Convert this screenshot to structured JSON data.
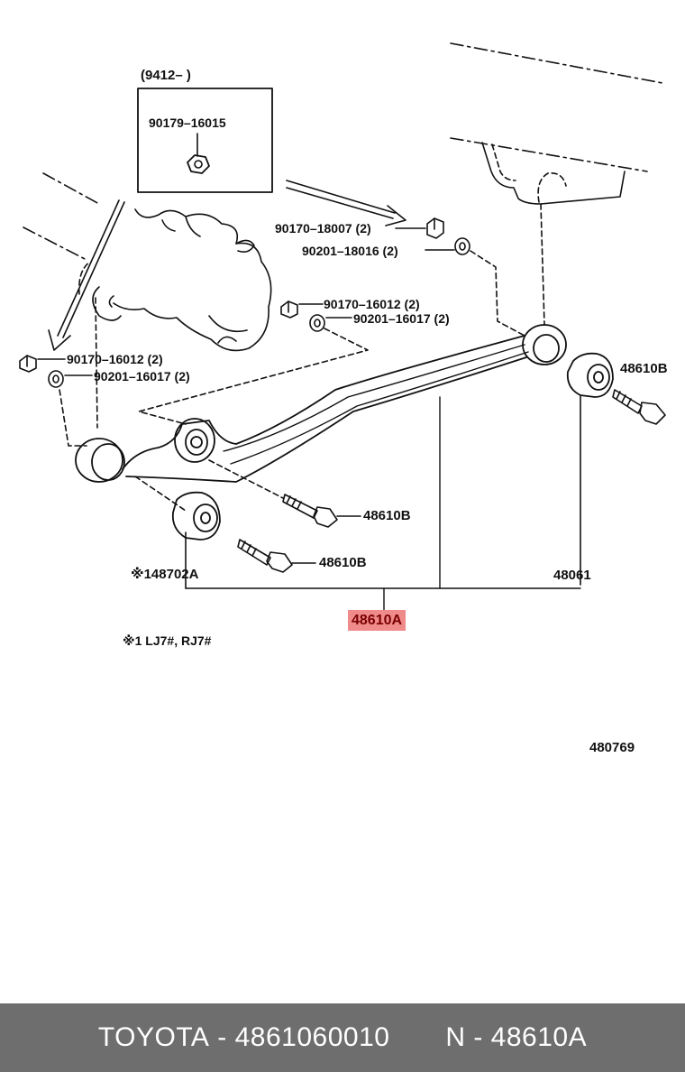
{
  "inset": {
    "date_range": "(9412–      )",
    "part": "90179–16015"
  },
  "parts": {
    "bolt_18007": "90170–18007 (2)",
    "washer_18016": "90201–18016 (2)",
    "bolt_16012_mid": "90170–16012 (2)",
    "washer_16017_mid": "90201–16017 (2)",
    "bolt_16012_left": "90170–16012 (2)",
    "washer_16017_left": "90201–16017 (2)",
    "bolt_48610B_right": "48610B",
    "bolt_48610B_mid": "48610B",
    "bolt_48610B_low": "48610B",
    "bushing_148702A": "※148702A",
    "bushing_48061": "48061",
    "arm_48610A": "48610A"
  },
  "note": "※1 LJ7#, RJ7#",
  "diagram_id": "480769",
  "footer": {
    "brand": "TOYOTA",
    "part_number": "4861060010",
    "ref": "N - 48610A"
  }
}
